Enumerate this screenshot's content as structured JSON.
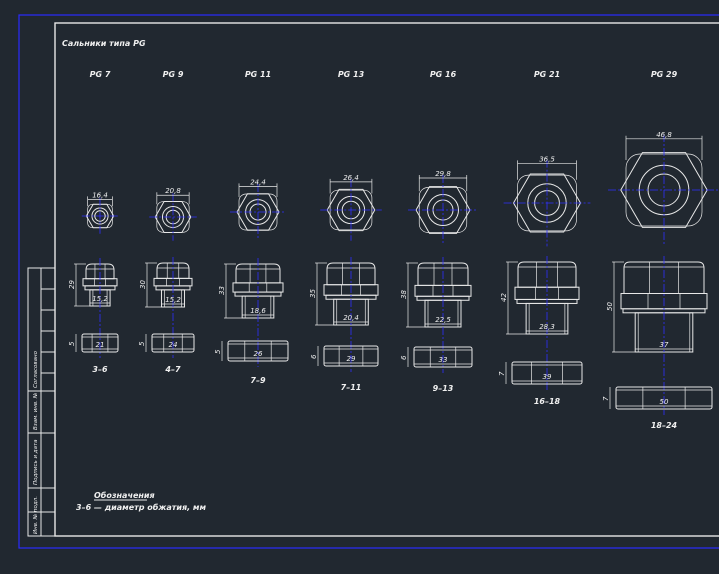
{
  "title": "Сальники типа PG",
  "columns": [
    {
      "name": "PG 7",
      "top_dim": "16,4",
      "height": "29",
      "bottom_width": "21",
      "thread": "15,2",
      "nut_h": "5",
      "nut_w": "21",
      "range": "3–6"
    },
    {
      "name": "PG 9",
      "top_dim": "20,8",
      "height": "30",
      "bottom_width": "24",
      "thread": "15,2",
      "nut_h": "5",
      "nut_w": "24",
      "range": "4–7"
    },
    {
      "name": "PG 11",
      "top_dim": "24,4",
      "height": "33",
      "bottom_width": "26",
      "thread": "18,6",
      "nut_h": "5",
      "nut_w": "26",
      "range": "7–9"
    },
    {
      "name": "PG 13",
      "top_dim": "26,4",
      "height": "35",
      "bottom_width": "29",
      "thread": "20,4",
      "nut_h": "6",
      "nut_w": "29",
      "range": "7–11"
    },
    {
      "name": "PG 16",
      "top_dim": "29,8",
      "height": "38",
      "bottom_width": "33",
      "thread": "22,5",
      "nut_h": "6",
      "nut_w": "33",
      "range": "9–13"
    },
    {
      "name": "PG 21",
      "top_dim": "36,5",
      "height": "42",
      "bottom_width": "39",
      "thread": "28,3",
      "nut_h": "7",
      "nut_w": "39",
      "range": "16–18"
    },
    {
      "name": "PG 29",
      "top_dim": "46,8",
      "height": "50",
      "bottom_width": "50",
      "thread": "37",
      "nut_h": "7",
      "nut_w": "50",
      "range": "18–24"
    }
  ],
  "legend": {
    "heading": "Обозначения",
    "text": "3–6 — диаметр обжатия, мм"
  },
  "side_stamp": [
    "Согласовано",
    "Взам. инв. №",
    "Подпись и дата",
    "Инв. № подл."
  ],
  "colors": {
    "background": "#212830",
    "line": "#e8e8e8",
    "axis": "#2b2bff"
  }
}
